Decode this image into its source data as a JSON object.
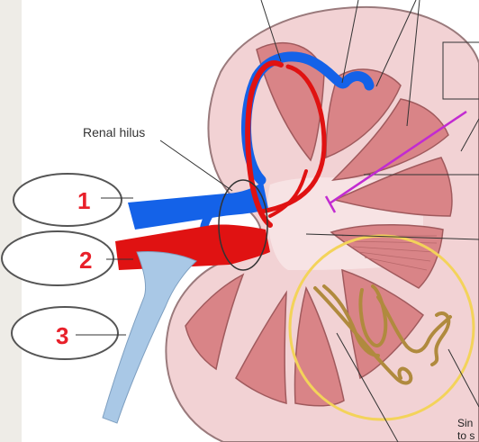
{
  "labels": {
    "renal_hilus": "Renal hilus",
    "sinus_line1": "Sin",
    "sinus_line2": "to s"
  },
  "answer_boxes": [
    {
      "number": "1"
    },
    {
      "number": "2"
    },
    {
      "number": "3"
    }
  ],
  "colors": {
    "left_strip": "#eeece7",
    "capsule_fill": "#f2d2d4",
    "capsule_stroke": "#9a7a7c",
    "pyramid_fill": "#d98487",
    "pyramid_stroke": "#a05a5d",
    "vein_blue": "#1462e8",
    "artery_red": "#e01212",
    "ureter_blue": "#a9c8e6",
    "highlight_circle": "#f3d35a",
    "pointer_magenta": "#c22bd1",
    "marker_red": "#e8202a",
    "nephron": "#b08a3e"
  }
}
